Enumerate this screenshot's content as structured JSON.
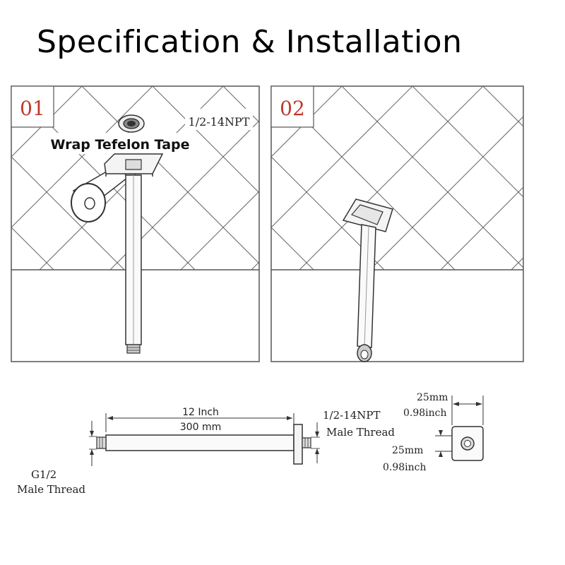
{
  "title": "Specification & Installation",
  "panels": [
    {
      "number": "01",
      "thread_label": "1/2-14NPT",
      "instruction": "Wrap Tefelon Tape"
    },
    {
      "number": "02"
    }
  ],
  "dimensions": {
    "length_inch": "12 Inch",
    "length_mm": "300 mm",
    "top_thread": "1/2-14NPT",
    "top_thread_type": "Male Thread",
    "bottom_thread": "G1/2",
    "bottom_thread_type": "Male Thread",
    "flange_width_mm": "25mm",
    "flange_width_inch": "0.98inch",
    "flange_height_mm": "25mm",
    "flange_height_inch": "0.98inch"
  },
  "colors": {
    "panel_number": "#c0392b",
    "line": "#333333"
  }
}
